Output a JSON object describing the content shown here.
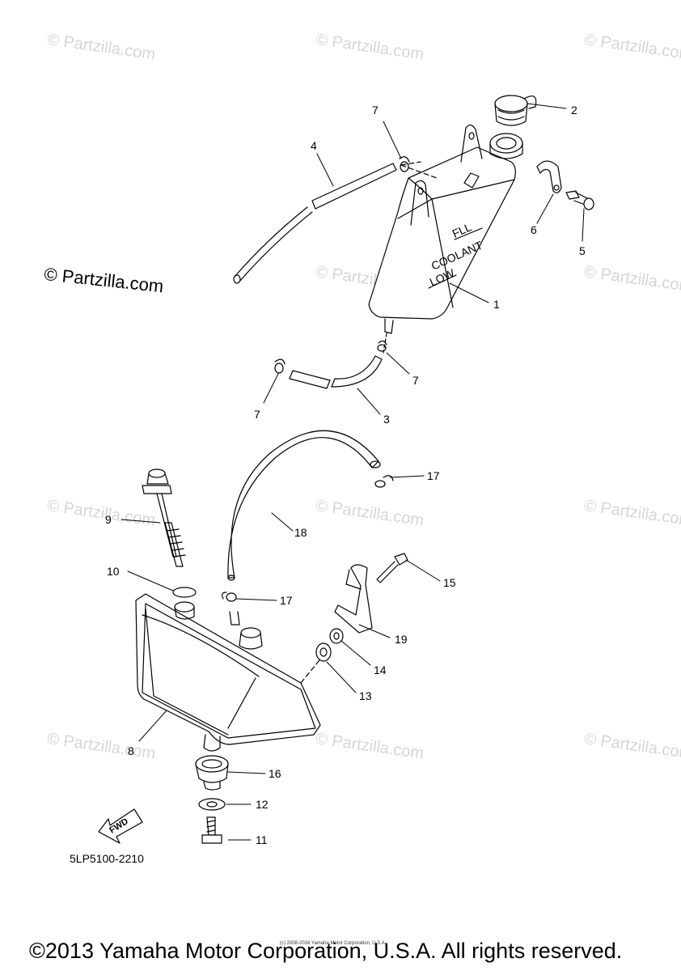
{
  "watermark": {
    "text": "© Partzilla.com"
  },
  "brand_watermark": "© Partzilla.com",
  "tank_labels": {
    "full": "FLL",
    "coolant": "COOLANT",
    "low": "LOW"
  },
  "fwd_label": "FWD",
  "callouts": {
    "c1": "1",
    "c2": "2",
    "c3": "3",
    "c4": "4",
    "c5": "5",
    "c6": "6",
    "c7a": "7",
    "c7b": "7",
    "c7c": "7",
    "c8": "8",
    "c9": "9",
    "c10": "10",
    "c11": "11",
    "c12": "12",
    "c13": "13",
    "c14": "14",
    "c15": "15",
    "c16": "16",
    "c17a": "17",
    "c17b": "17",
    "c18": "18",
    "c19": "19"
  },
  "diagram_code": "5LP5100-2210",
  "tiny_copyright": "(c) 2008-2016 Yamaha Motor Corporation, U.S.A.",
  "footer": {
    "copyright": "©2013 Yamaha Motor Corporation, U.S.A. All rights reserved."
  }
}
